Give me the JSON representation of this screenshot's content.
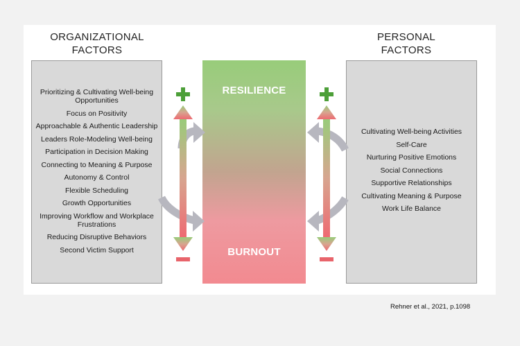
{
  "organizational": {
    "heading_line1": "ORGANIZATIONAL",
    "heading_line2": "FACTORS",
    "items": [
      "Prioritizing & Cultivating Well-being Opportunities",
      "Focus on Positivity",
      "Approachable & Authentic Leadership",
      "Leaders Role-Modeling Well-being",
      "Participation in Decision Making",
      "Connecting to Meaning & Purpose",
      "Autonomy & Control",
      "Flexible Scheduling",
      "Growth Opportunities",
      "Improving Workflow and Workplace Frustrations",
      "Reducing Disruptive Behaviors",
      "Second Victim Support"
    ]
  },
  "personal": {
    "heading_line1": "PERSONAL",
    "heading_line2": "FACTORS",
    "items": [
      "Cultivating Well-being Activities",
      "Self-Care",
      "Nurturing Positive Emotions",
      "Social Connections",
      "Supportive Relationships",
      "Cultivating Meaning & Purpose",
      "Work Life Balance"
    ]
  },
  "center": {
    "top_label": "RESILIENCE",
    "bottom_label": "BURNOUT"
  },
  "colors": {
    "plus": "#4c9f38",
    "minus": "#e8646b",
    "arrow_top": "#98cc7a",
    "arrow_bottom": "#ee6a72",
    "curved_arrow": "#b7b7bf"
  },
  "citation": "Rehner et al., 2021, p.1098"
}
